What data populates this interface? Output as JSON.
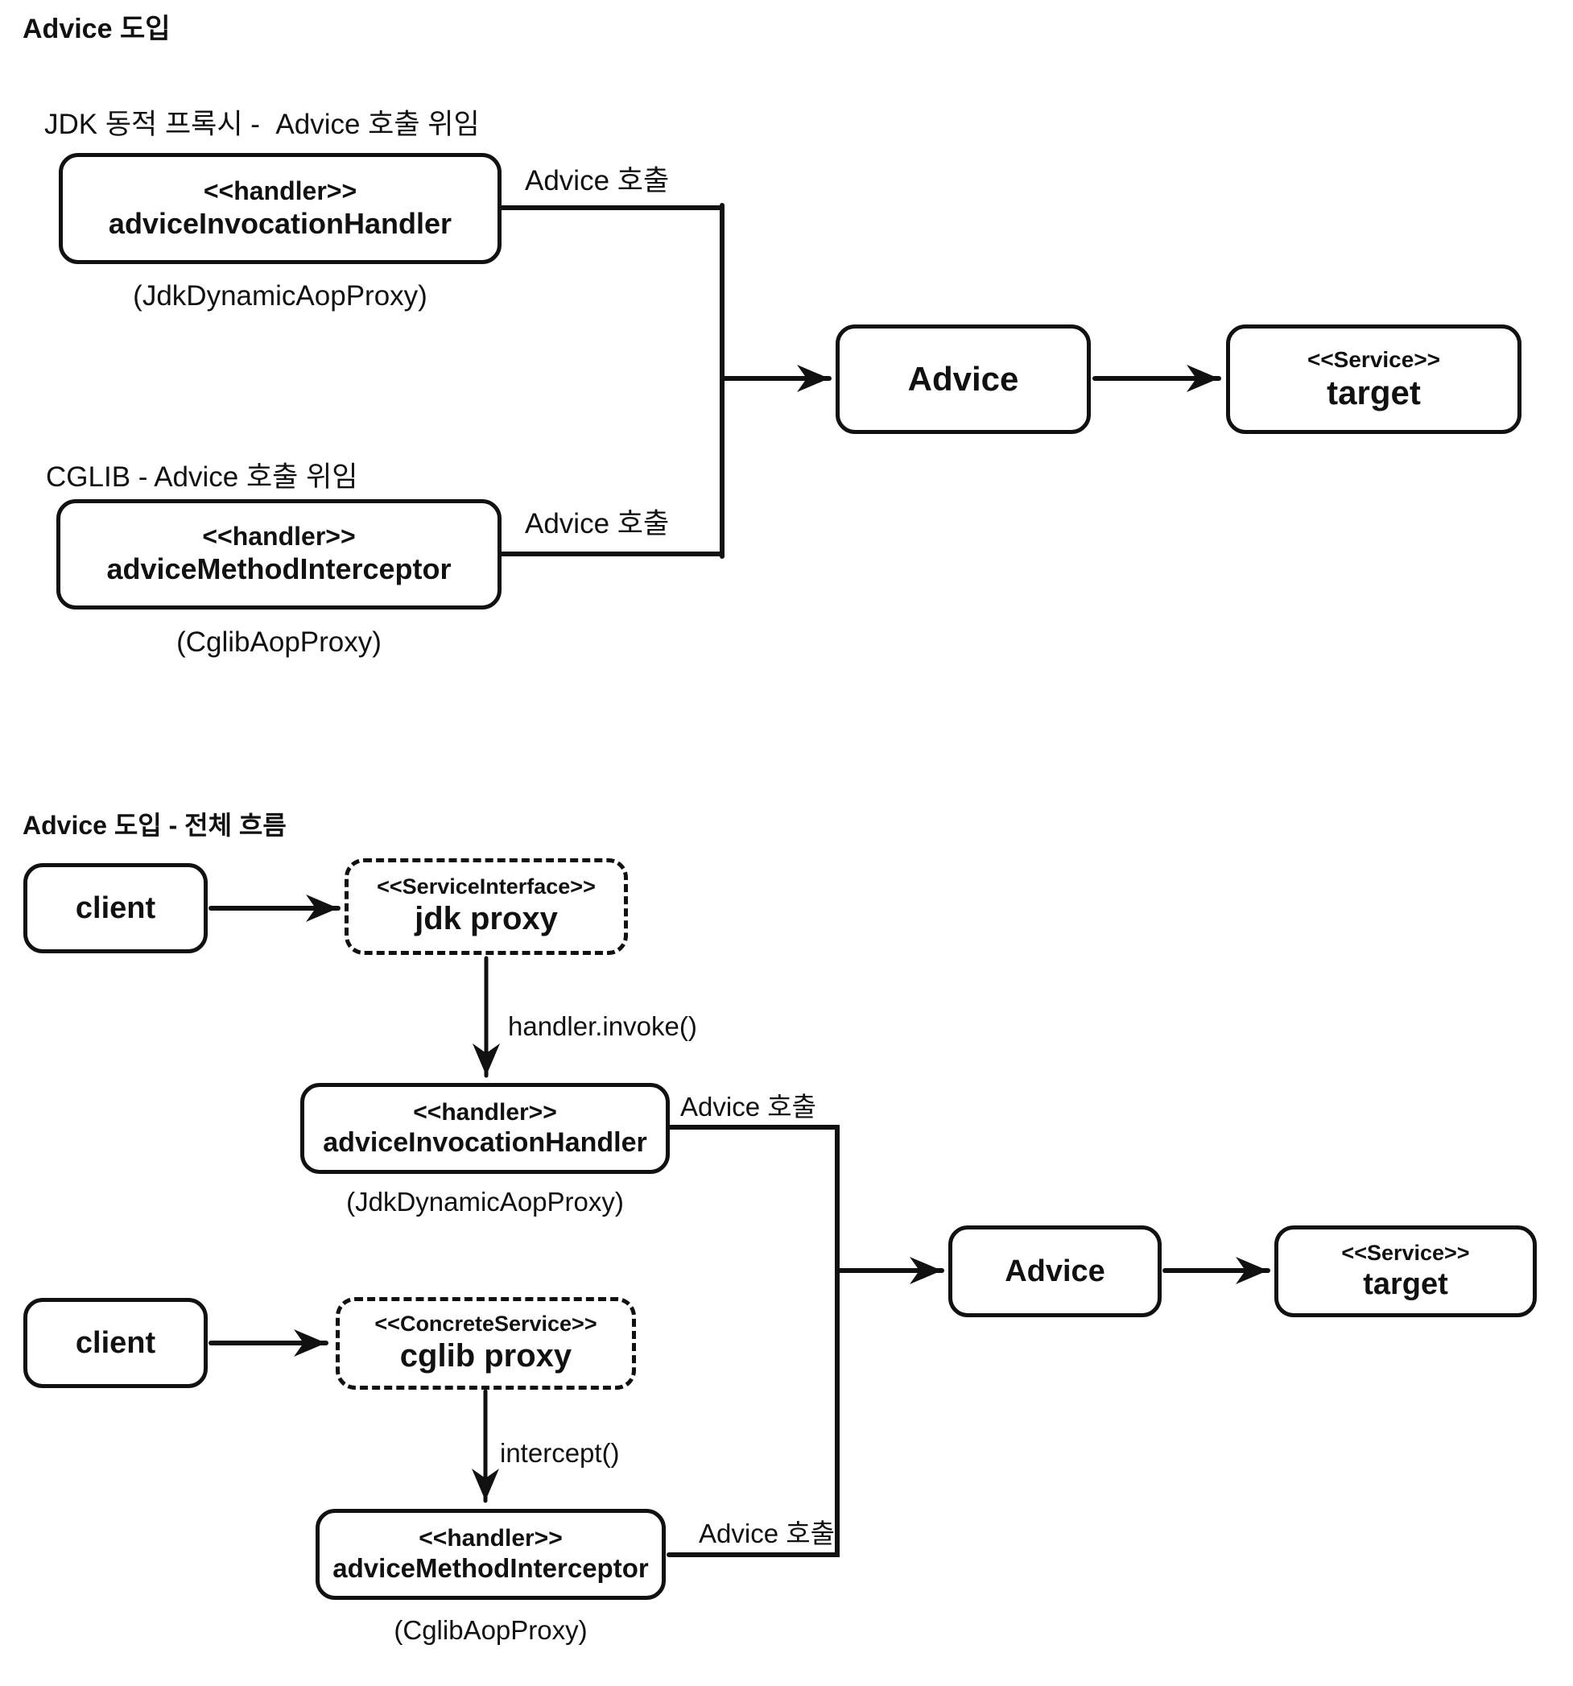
{
  "colors": {
    "ink": "#111111",
    "background": "#ffffff"
  },
  "d1": {
    "title": "Advice 도입",
    "jdk_section_label": "JDK 동적 프록시 -  Advice 호출 위임",
    "cglib_section_label": "CGLIB - Advice 호출 위임",
    "advice_call_label": "Advice 호출",
    "invocation_handler": {
      "stereotype": "<<handler>>",
      "name": "adviceInvocationHandler",
      "caption": "(JdkDynamicAopProxy)"
    },
    "method_interceptor": {
      "stereotype": "<<handler>>",
      "name": "adviceMethodInterceptor",
      "caption": "(CglibAopProxy)"
    },
    "advice": "Advice",
    "target": {
      "stereotype": "<<Service>>",
      "name": "target"
    }
  },
  "d2": {
    "title": "Advice 도입 - 전체 흐름",
    "client": "client",
    "jdk_proxy": {
      "stereotype": "<<ServiceInterface>>",
      "name": "jdk proxy"
    },
    "cglib_proxy": {
      "stereotype": "<<ConcreteService>>",
      "name": "cglib proxy"
    },
    "handler_invoke_label": "handler.invoke()",
    "intercept_label": "intercept()",
    "advice_call_label": "Advice 호출",
    "invocation_handler": {
      "stereotype": "<<handler>>",
      "name": "adviceInvocationHandler",
      "caption": "(JdkDynamicAopProxy)"
    },
    "method_interceptor": {
      "stereotype": "<<handler>>",
      "name": "adviceMethodInterceptor",
      "caption": "(CglibAopProxy)"
    },
    "advice": "Advice",
    "target": {
      "stereotype": "<<Service>>",
      "name": "target"
    }
  }
}
